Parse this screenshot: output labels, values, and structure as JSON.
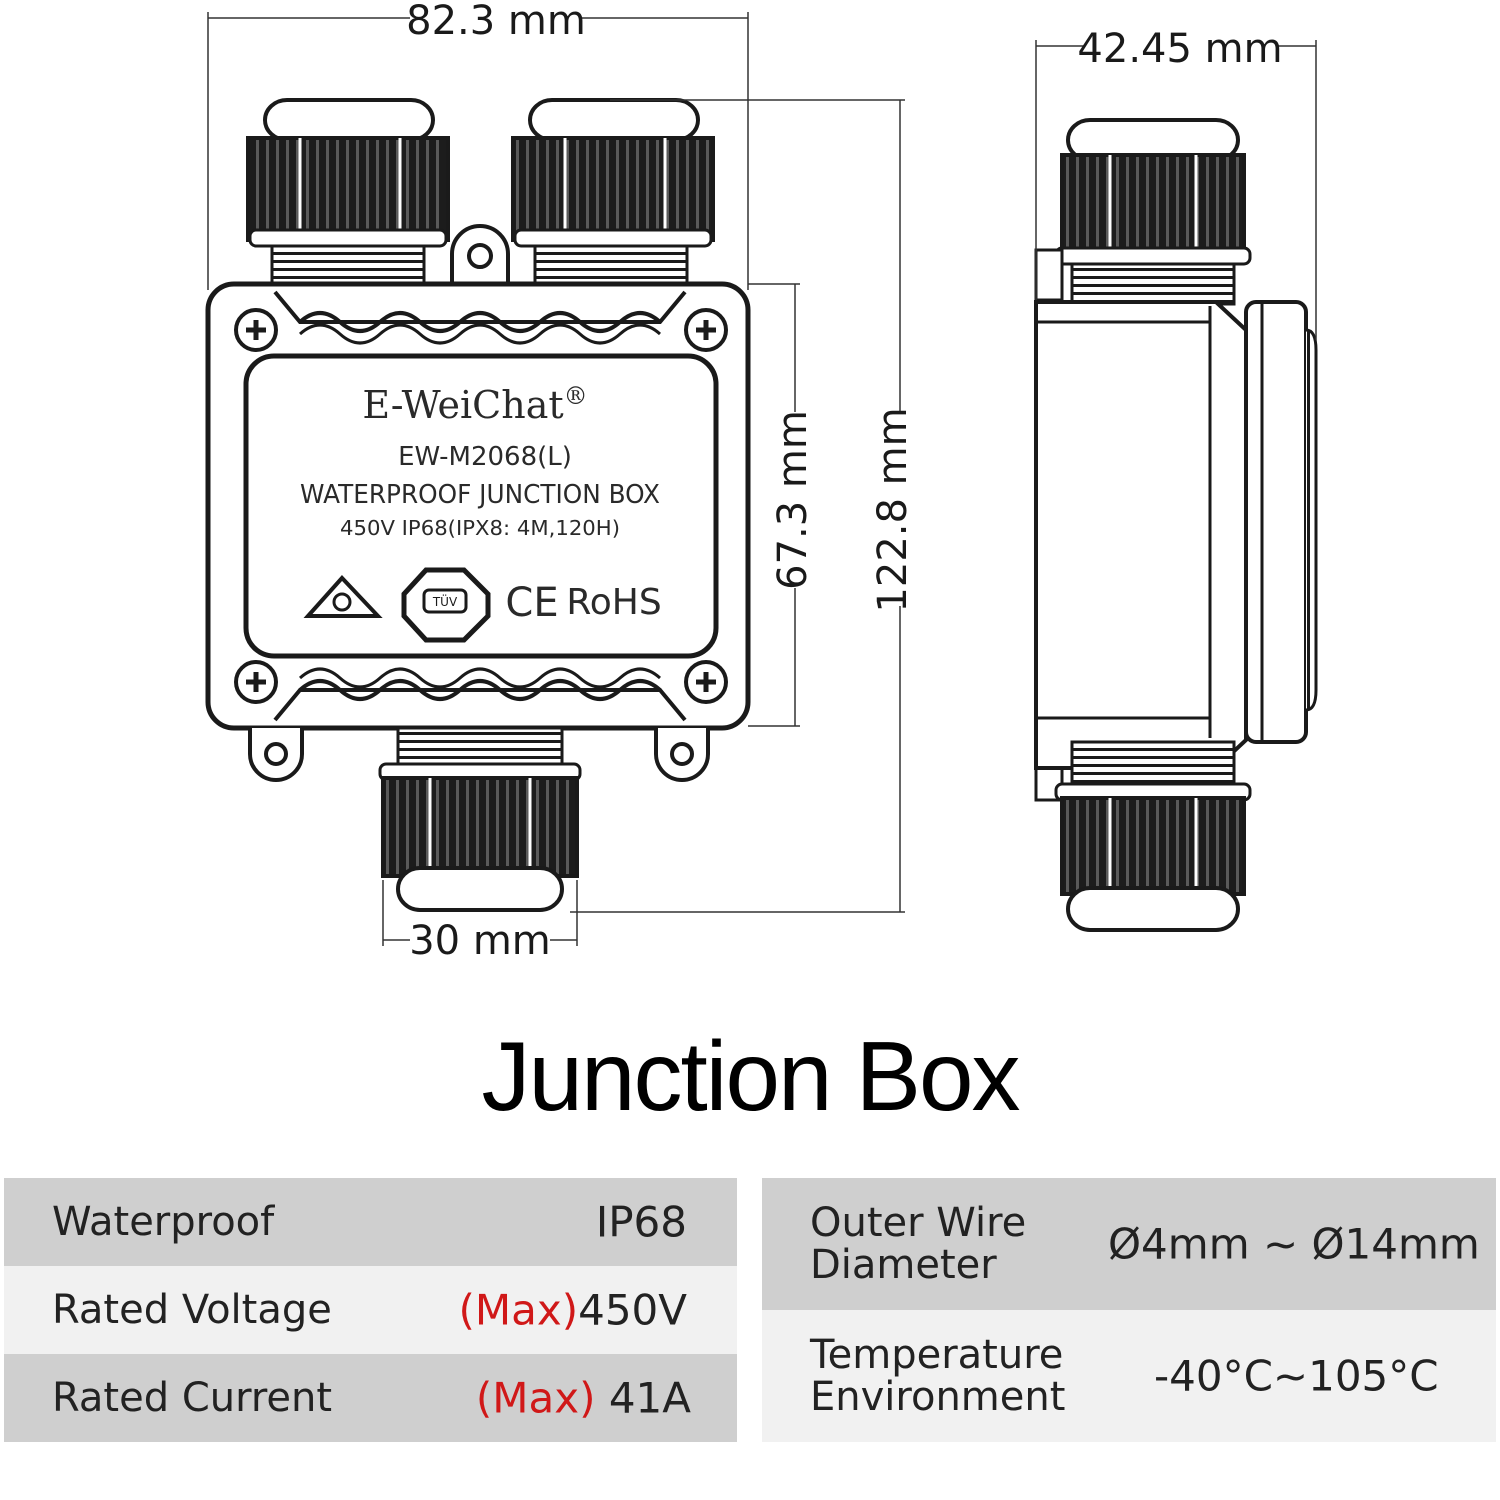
{
  "dimensions": {
    "width": "82.3 mm",
    "body_height": "67.3 mm",
    "total_height": "122.8 mm",
    "gland_width": "30 mm",
    "depth": "42.45 mm"
  },
  "device_label": {
    "brand": "E-WeiChat",
    "registered_mark": "®",
    "model": "EW-M2068(L)",
    "product": "WATERPROOF JUNCTION BOX",
    "ratings": "450V   IP68(IPX8: 4M,120H)",
    "cert_tuv": "TÜV",
    "cert_ce": "CE",
    "cert_rohs": "RoHS"
  },
  "title": "Junction Box",
  "specs_left": [
    {
      "label": "Waterproof",
      "note": "",
      "value": "IP68"
    },
    {
      "label": "Rated Voltage",
      "note": "(Max)",
      "value": "450V"
    },
    {
      "label": "Rated Current",
      "note": "(Max)",
      "value": " 41A"
    }
  ],
  "specs_right": [
    {
      "label_line1": "Outer Wire",
      "label_line2": "Diameter",
      "value": "Ø4mm ~ Ø14mm"
    },
    {
      "label_line1": "Temperature",
      "label_line2": "Environment",
      "value": "-40°C~105°C"
    }
  ],
  "colors": {
    "row_dark": "#cfcfcf",
    "row_light": "#f1f1f1",
    "note_red": "#d01818",
    "line": "#1a1a1a"
  }
}
